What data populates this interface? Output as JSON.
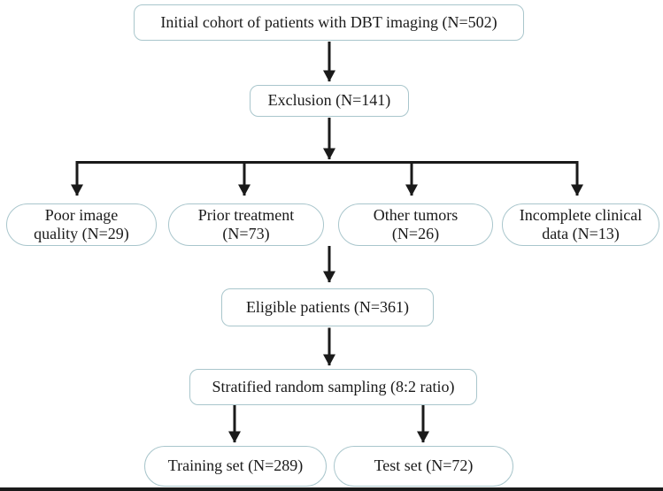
{
  "figure": {
    "type": "flowchart",
    "background_color": "#ffffff",
    "box_border_color": "#a9c6cc",
    "line_color": "#1a1a1a",
    "text_color": "#1a1a1a",
    "nodes": {
      "initial": {
        "label": "Initial cohort of patients with DBT imaging (N=502)",
        "n": 502
      },
      "exclusion": {
        "label": "Exclusion (N=141)",
        "n": 141
      },
      "poor_image_quality": {
        "label": "Poor image\nquality (N=29)",
        "n": 29
      },
      "prior_treatment": {
        "label": "Prior treatment\n(N=73)",
        "n": 73
      },
      "other_tumors": {
        "label": "Other tumors\n(N=26)",
        "n": 26
      },
      "incomplete_clinical_data": {
        "label": "Incomplete clinical\ndata (N=13)",
        "n": 13
      },
      "eligible": {
        "label": "Eligible patients (N=361)",
        "n": 361
      },
      "stratified_sampling": {
        "label": "Stratified random sampling (8:2 ratio)",
        "ratio": "8:2"
      },
      "training_set": {
        "label": "Training set (N=289)",
        "n": 289
      },
      "test_set": {
        "label": "Test set (N=72)",
        "n": 72
      }
    },
    "edges": [
      {
        "from": "initial",
        "to": "exclusion"
      },
      {
        "from": "exclusion",
        "to": "exclusion_branch_line"
      },
      {
        "from": "exclusion_branch_line",
        "to": "poor_image_quality"
      },
      {
        "from": "exclusion_branch_line",
        "to": "prior_treatment"
      },
      {
        "from": "exclusion_branch_line",
        "to": "other_tumors"
      },
      {
        "from": "exclusion_branch_line",
        "to": "incomplete_clinical_data"
      },
      {
        "from": "exclusion_branch_line",
        "to": "eligible"
      },
      {
        "from": "eligible",
        "to": "stratified_sampling"
      },
      {
        "from": "stratified_sampling",
        "to": "training_set"
      },
      {
        "from": "stratified_sampling",
        "to": "test_set"
      }
    ]
  }
}
